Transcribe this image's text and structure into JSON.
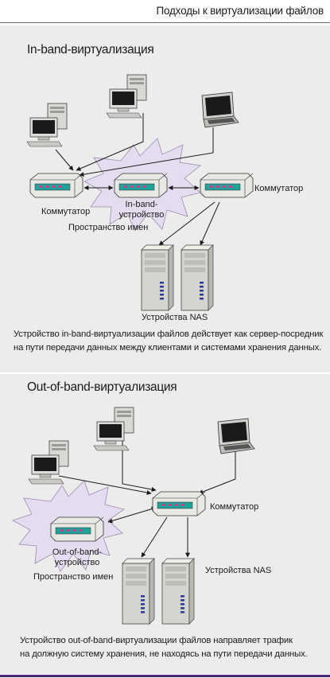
{
  "header": {
    "title": "Подходы к виртуализации файлов"
  },
  "inband": {
    "title": "In-band-виртуализация",
    "switch_left_label": "Коммутатор",
    "device_label_line1": "In-band-",
    "device_label_line2": "устройство",
    "switch_right_label": "Коммутатор",
    "namespace_label": "Пространство имен",
    "nas_label": "Устройства NAS",
    "caption_line1": "Устройство in-band-виртуализации файлов действует как сервер-посредник",
    "caption_line2": "на пути передачи данных между клиентами и системами хранения данных."
  },
  "outband": {
    "title": "Out-of-band-виртуализация",
    "switch_label": "Коммутатор",
    "device_label_line1": "Out-of-band-",
    "device_label_line2": "устройство",
    "namespace_label": "Пространство имен",
    "nas_label": "Устройства NAS",
    "caption_line1": "Устройство out-of-band-виртуализации файлов направляет трафик",
    "caption_line2": "на должную систему хранения, не находясь на пути передачи данных."
  },
  "colors": {
    "panel": "#ececec",
    "starburst_fill": "#e6dcef",
    "starburst_stroke": "#9b8bb0",
    "device_teal": "#1fa39a",
    "device_led": "#d23a8a",
    "bottom_rule": "#4a2a7a"
  }
}
